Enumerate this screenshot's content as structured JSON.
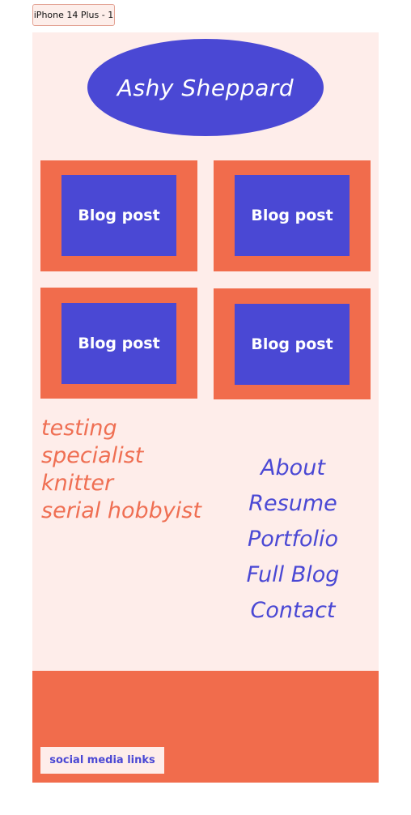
{
  "frame": {
    "label": "iPhone 14 Plus - 1"
  },
  "header": {
    "name": "Ashy Sheppard"
  },
  "posts": [
    {
      "label": "Blog post"
    },
    {
      "label": "Blog post"
    },
    {
      "label": "Blog post"
    },
    {
      "label": "Blog post"
    }
  ],
  "tagline": [
    "testing",
    "specialist",
    "knitter",
    "serial hobbyist"
  ],
  "nav": [
    "About",
    "Resume",
    "Portfolio",
    "Full Blog",
    "Contact"
  ],
  "footer": {
    "social_label": "social media links"
  },
  "colors": {
    "accent_blue": "#4a48d4",
    "accent_orange": "#f16c4c",
    "background": "#feedea"
  }
}
